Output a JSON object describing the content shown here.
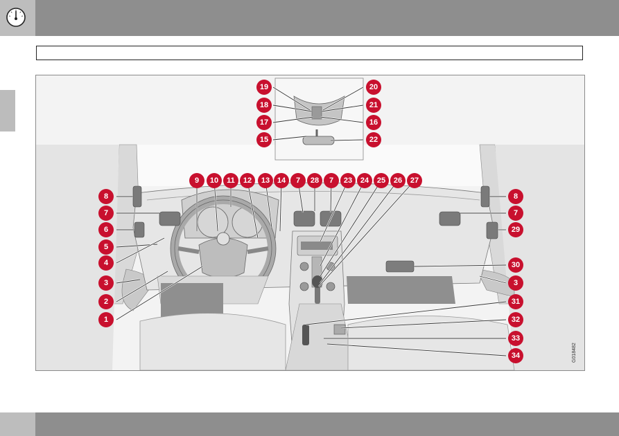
{
  "page": {
    "header_icon": "gauge-icon",
    "figure_code": "G018482"
  },
  "colors": {
    "header_bar": "#8e8e8e",
    "header_icon_box": "#bdbdbd",
    "callout": "#c8102e"
  },
  "callouts": [
    {
      "label": "1"
    },
    {
      "label": "2"
    },
    {
      "label": "3"
    },
    {
      "label": "3"
    },
    {
      "label": "4"
    },
    {
      "label": "5"
    },
    {
      "label": "6"
    },
    {
      "label": "7"
    },
    {
      "label": "7"
    },
    {
      "label": "7"
    },
    {
      "label": "7"
    },
    {
      "label": "8"
    },
    {
      "label": "8"
    },
    {
      "label": "9"
    },
    {
      "label": "10"
    },
    {
      "label": "11"
    },
    {
      "label": "12"
    },
    {
      "label": "13"
    },
    {
      "label": "14"
    },
    {
      "label": "15"
    },
    {
      "label": "16"
    },
    {
      "label": "17"
    },
    {
      "label": "18"
    },
    {
      "label": "19"
    },
    {
      "label": "20"
    },
    {
      "label": "21"
    },
    {
      "label": "22"
    },
    {
      "label": "23"
    },
    {
      "label": "24"
    },
    {
      "label": "25"
    },
    {
      "label": "26"
    },
    {
      "label": "27"
    },
    {
      "label": "28"
    },
    {
      "label": "29"
    },
    {
      "label": "30"
    },
    {
      "label": "31"
    },
    {
      "label": "32"
    },
    {
      "label": "33"
    },
    {
      "label": "34"
    }
  ]
}
